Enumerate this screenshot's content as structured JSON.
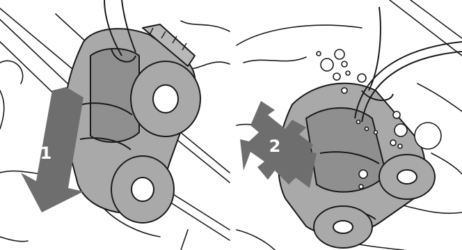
{
  "figure": {
    "panels": [
      {
        "step_number": "1"
      },
      {
        "step_number": "2"
      }
    ]
  },
  "colors": {
    "body": "#a9a9a9",
    "body_dark": "#8f8f8f",
    "arrow": "#6e6e6e",
    "outline": "#1a1a1a"
  },
  "icons": {
    "panel1_arrow": "downward-arrow",
    "panel2_arrow": "four-way-move-arrow"
  }
}
